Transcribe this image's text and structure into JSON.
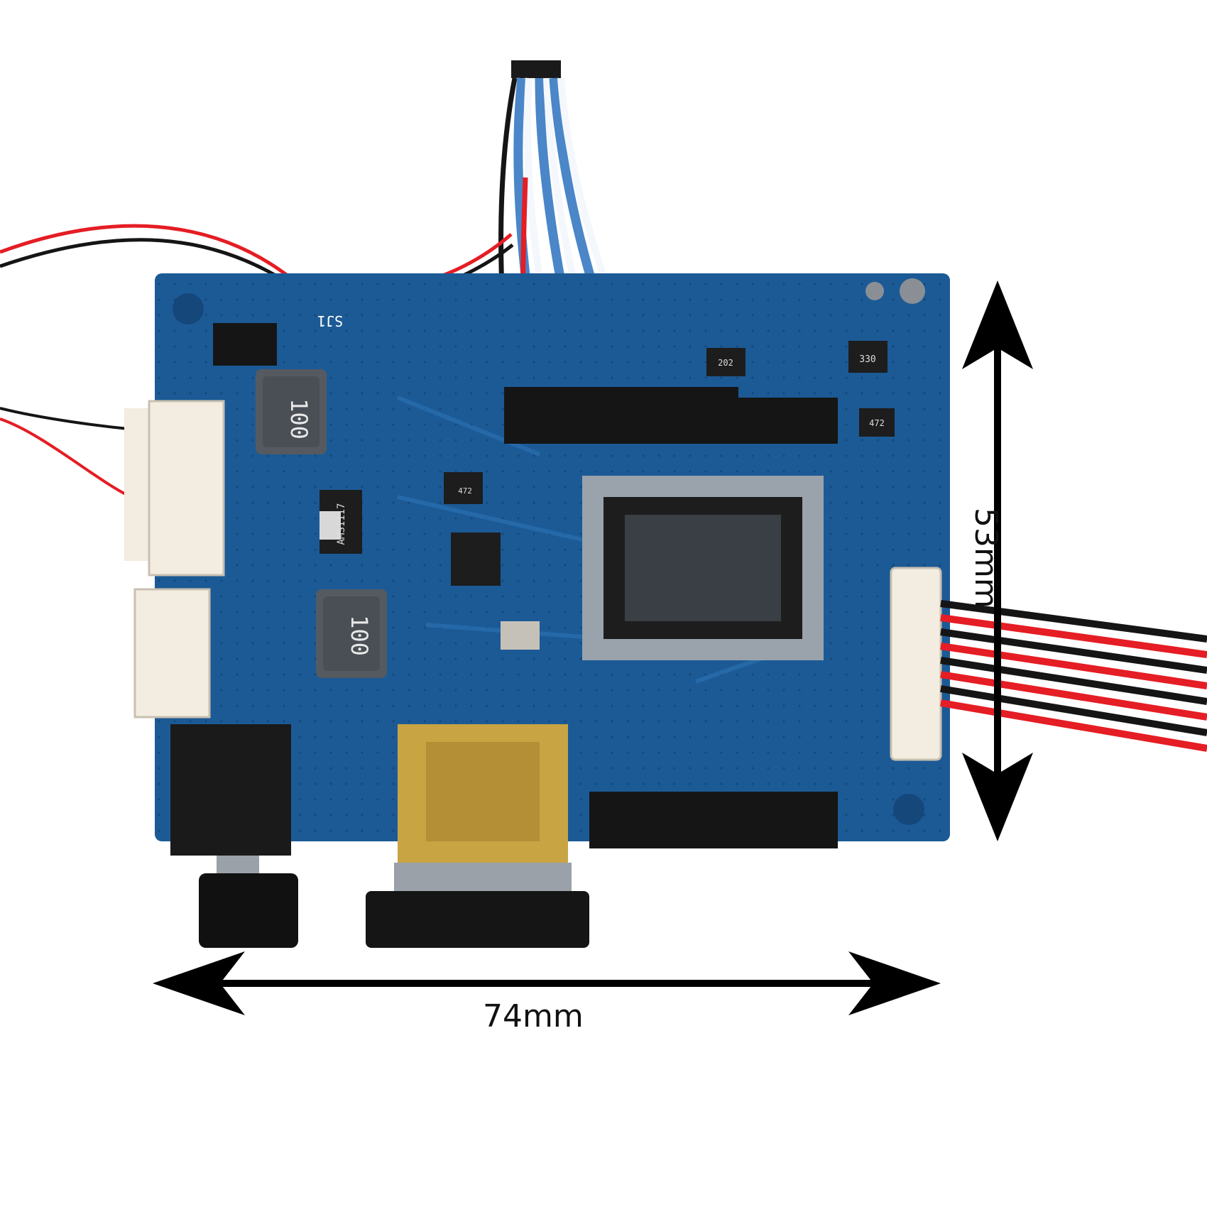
{
  "photo": {
    "subject": "",
    "colors": {
      "pcb": "#1c5a96",
      "pcb_dark": "#15477a",
      "trace": "#2a6fb0",
      "silk": "#ffffff",
      "chip": "#1d1d1d",
      "connector_white": "#f3ece1",
      "wire_red": "#e51d24",
      "wire_black": "#151515",
      "twisted_blue": "#4a86c8",
      "twisted_white": "#f4f7fb",
      "gold": "#c9a443",
      "arrow": "#000000"
    }
  },
  "dimensions": {
    "width_label": "74mm",
    "height_label": "53mm"
  },
  "silkscreen": {
    "inductor_1": "100",
    "inductor_2": "100",
    "regulator": "AMS1117",
    "jumper_label": "SJ1",
    "resistor_network_1": "330",
    "resistor_network_2": "472",
    "resistor_network_3": "202",
    "resistor_network_4": "472"
  }
}
